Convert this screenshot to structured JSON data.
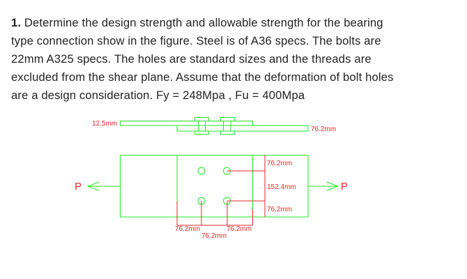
{
  "question": {
    "number": "1.",
    "lines": [
      "Determine the design strength and allowable strength for the bearing",
      "type connection show in the figure. Steel is of A36 specs. The bolts are",
      "22mm A325 specs. The holes are standard sizes and the threads are",
      "excluded from the shear plane. Assume that the deformation of bolt holes",
      "are a design consideration. Fy = 248Mpa , Fu = 400Mpa"
    ]
  },
  "figure": {
    "plate_thickness": "12.5mm",
    "plate_width_label": "76.2mm",
    "edge_top": "76.2mm",
    "gauge": "152.4mm",
    "edge_bottom": "76.2mm",
    "edge_left": "76.2mm",
    "pitch": "76.2mm",
    "edge_right": "76.2mm",
    "load_left": "P",
    "load_right": "P",
    "colors": {
      "plate": "#22e822",
      "dimension": "#e8262a"
    }
  }
}
